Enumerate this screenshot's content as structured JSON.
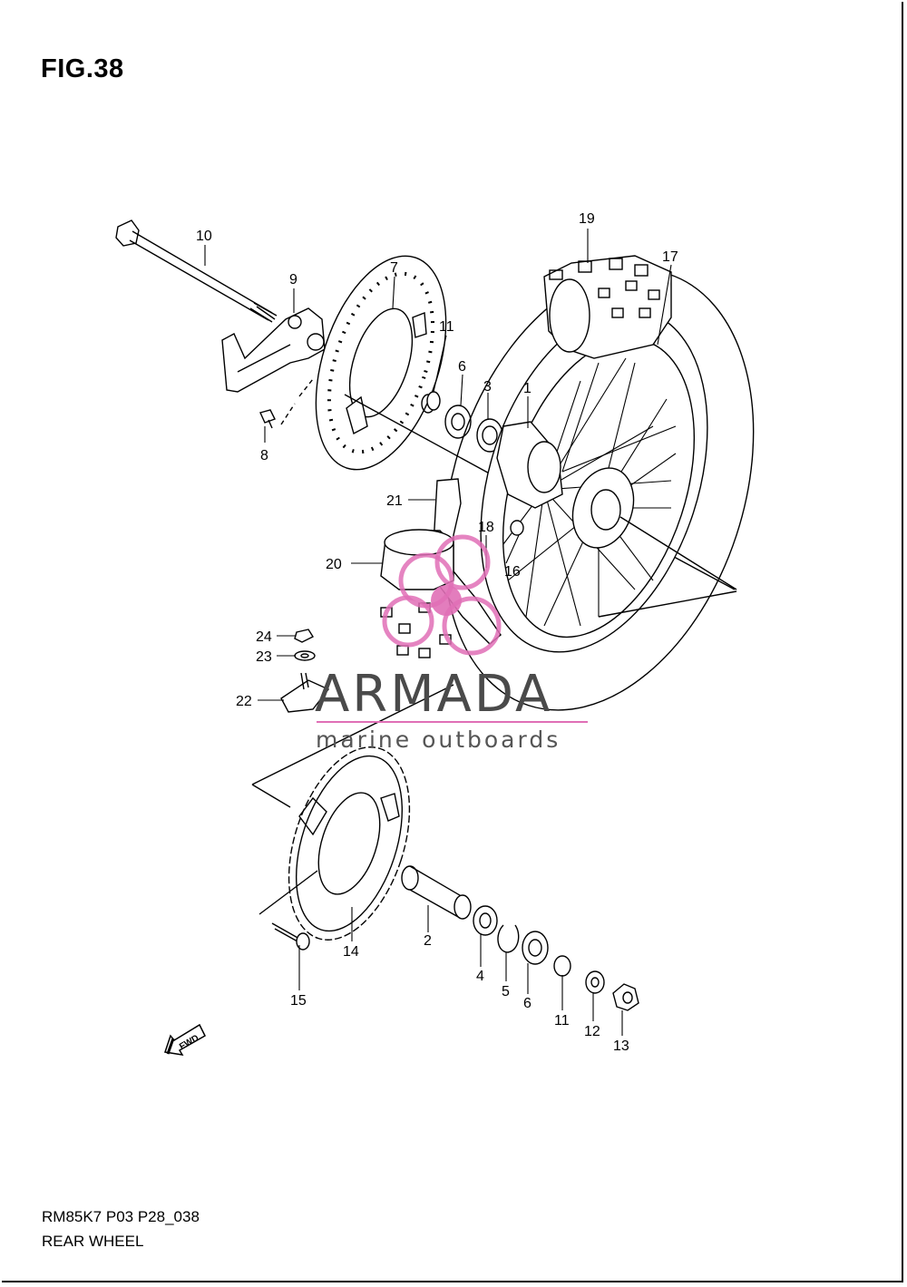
{
  "figure": {
    "title": "FIG.38"
  },
  "footer": {
    "code": "RM85K7 P03 P28_038",
    "name": "REAR WHEEL"
  },
  "watermark": {
    "brand": "ARMADA",
    "tagline": "marine outboards",
    "accent_color": "#e06fb6",
    "text_color": "#4a4a4a"
  },
  "direction": {
    "label": "FWD"
  },
  "callouts": {
    "c1": "1",
    "c2": "2",
    "c3": "3",
    "c4": "4",
    "c5": "5",
    "c6a": "6",
    "c6b": "6",
    "c7": "7",
    "c8": "8",
    "c9": "9",
    "c10": "10",
    "c11a": "11",
    "c11b": "11",
    "c12": "12",
    "c13": "13",
    "c14": "14",
    "c15": "15",
    "c16": "16",
    "c17": "17",
    "c18": "18",
    "c19": "19",
    "c20": "20",
    "c21": "21",
    "c22": "22",
    "c23": "23",
    "c24": "24"
  }
}
